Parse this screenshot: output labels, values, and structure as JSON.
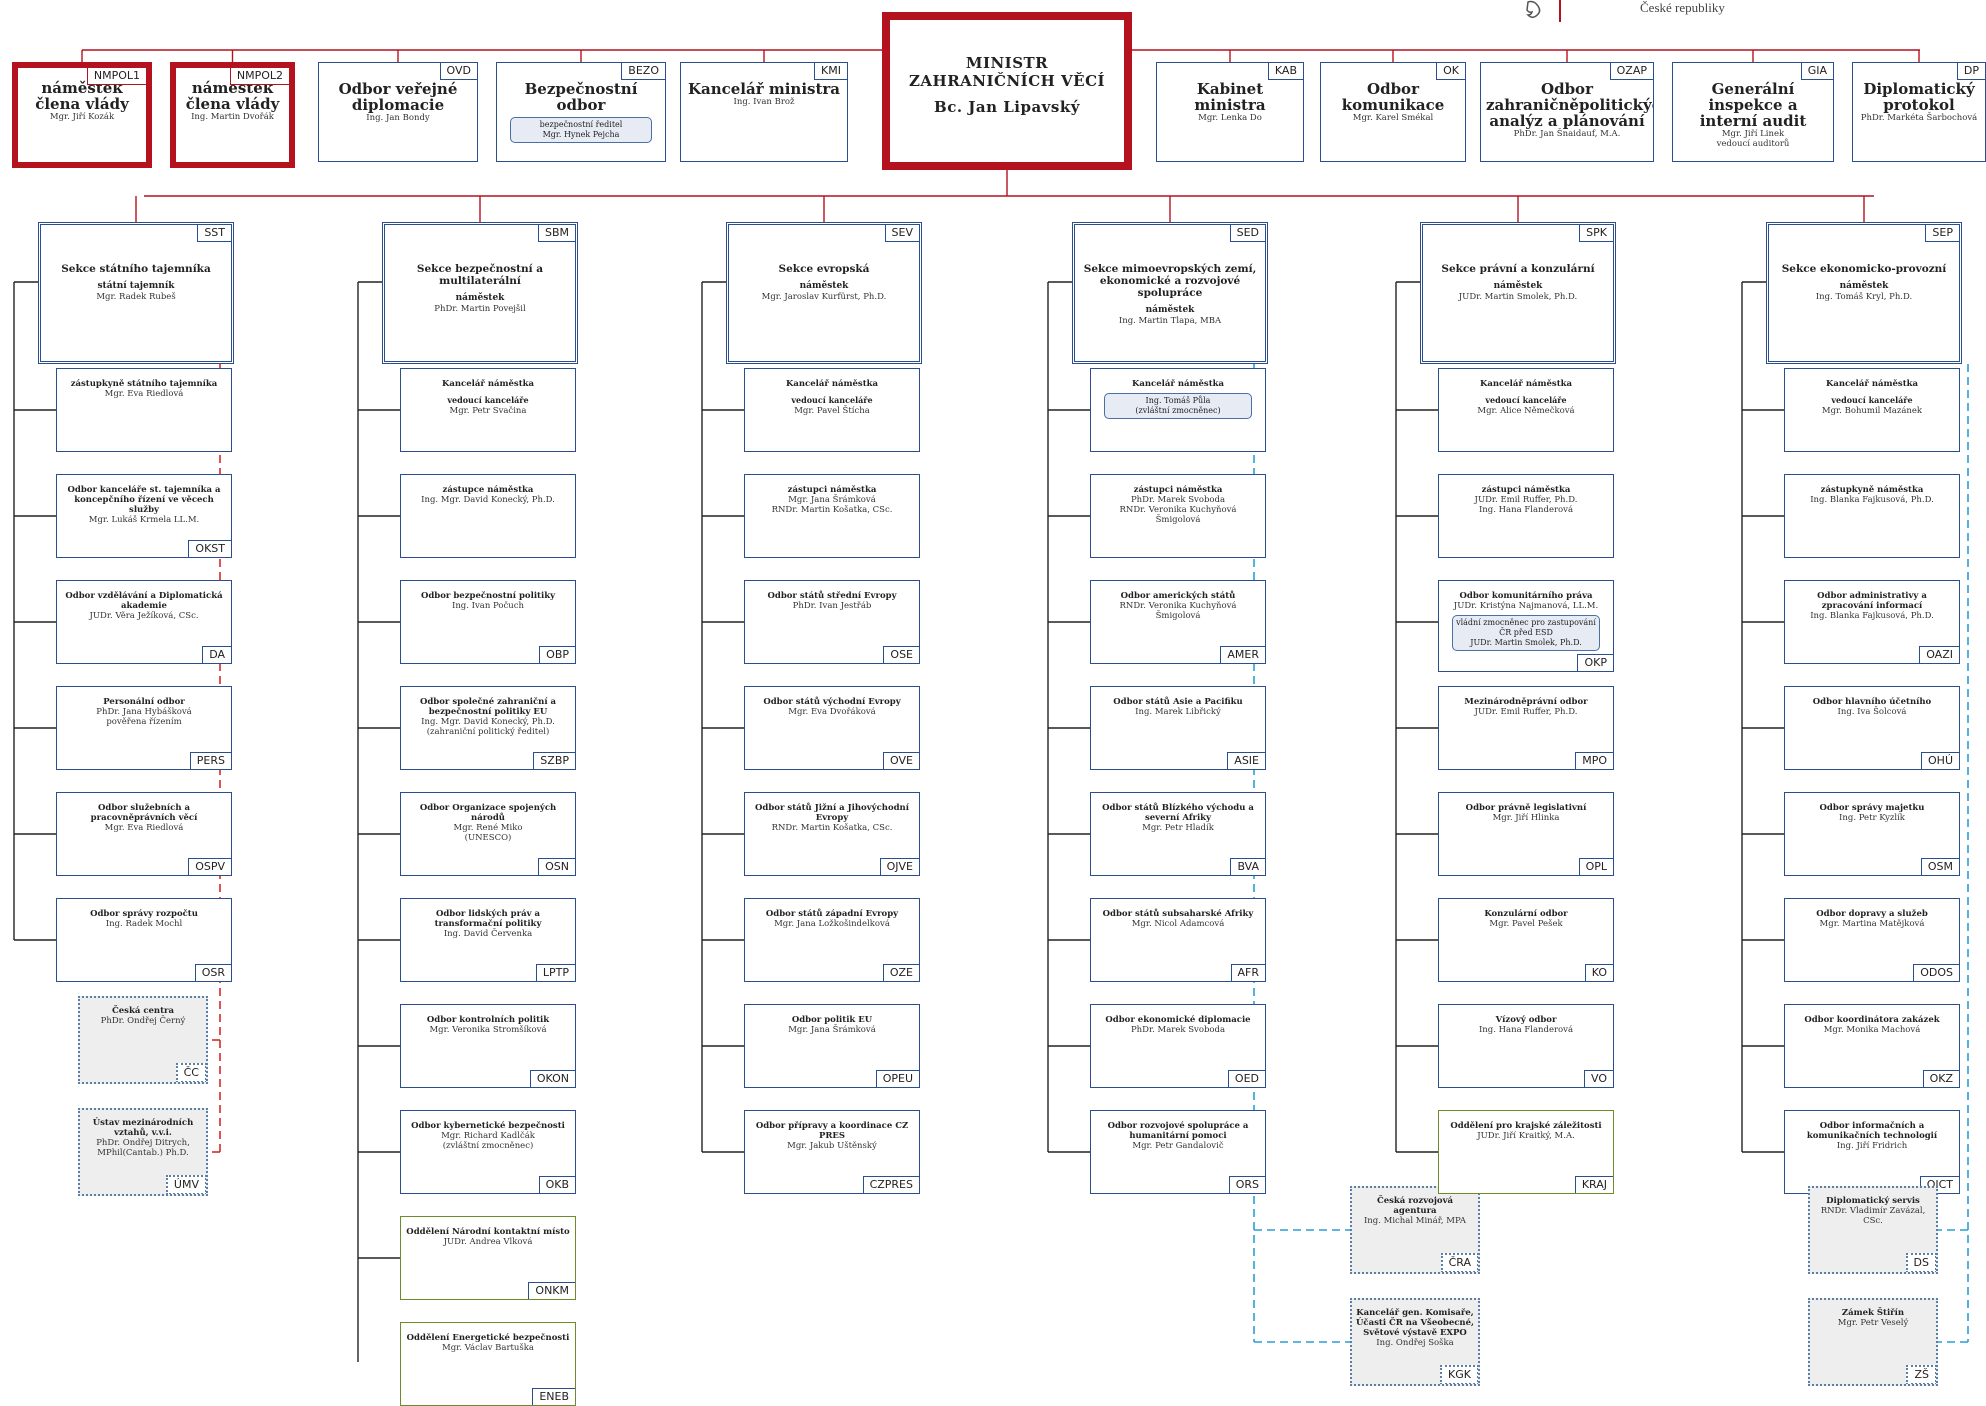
{
  "header": {
    "country_text": "České republiky"
  },
  "minister": {
    "code": "",
    "title_line1": "MINISTR",
    "title_line2": "ZAHRANIČNÍCH VĚCÍ",
    "name": "Bc. Jan Lipavský"
  },
  "top_units": [
    {
      "code": "NMPOL1",
      "title": "náměstek člena vlády",
      "person": "Mgr. Jiří Kozák"
    },
    {
      "code": "NMPOL2",
      "title": "náměstek člena vlády",
      "person": "Ing. Martin Dvořák"
    },
    {
      "code": "OVD",
      "title": "Odbor veřejné diplomacie",
      "person": "Ing. Jan Bondy"
    },
    {
      "code": "BEZO",
      "title": "Bezpečnostní odbor",
      "pill": "bezpečnostní ředitel\nMgr. Hynek Pejcha"
    },
    {
      "code": "KMI",
      "title": "Kancelář ministra",
      "person": "Ing. Ivan Brož"
    },
    {
      "code": "KAB",
      "title": "Kabinet ministra",
      "person": "Mgr. Lenka Do"
    },
    {
      "code": "OK",
      "title": "Odbor komunikace",
      "person": "Mgr. Karel Smékal"
    },
    {
      "code": "OZAP",
      "title": "Odbor zahraničněpolitických analýz a plánování",
      "person": "PhDr. Jan Šnaidauf, M.A."
    },
    {
      "code": "GIA",
      "title": "Generální inspekce a interní audit",
      "person": "Mgr. Jiří Linek\nvedoucí auditorů"
    },
    {
      "code": "DP",
      "title": "Diplomatický protokol",
      "person": "PhDr. Markéta Šarbochová"
    }
  ],
  "sections": [
    {
      "code": "SST",
      "title": "Sekce státního tajemníka",
      "role": "státní tajemník",
      "person": "Mgr. Radek Rubeš",
      "units": [
        {
          "title": "zástupkyně státního tajemníka",
          "person": "Mgr. Eva Riedlová",
          "code": ""
        },
        {
          "title": "Odbor kanceláře st. tajemníka a koncepčního řízení ve věcech služby",
          "person": "Mgr. Lukáš Krmela LL.M.",
          "code": "OKST"
        },
        {
          "title": "Odbor vzdělávání a Diplomatická akademie",
          "person": "JUDr. Věra Ježíková, CSc.",
          "code": "DA"
        },
        {
          "title": "Personální odbor",
          "person": "PhDr. Jana Hybášková\npověřena řízením",
          "code": "PERS"
        },
        {
          "title": "Odbor služebních a pracovněprávních věcí",
          "person": "Mgr. Eva Riedlová",
          "code": "OSPV"
        },
        {
          "title": "Odbor správy rozpočtu",
          "person": "Ing. Radek Mochl",
          "code": "OSR"
        }
      ],
      "satellites": [
        {
          "title": "Česká centra",
          "person": "PhDr. Ondřej Černý",
          "code": "ČC"
        },
        {
          "title": "Ústav mezinárodních vztahů, v.v.i.",
          "person": "PhDr. Ondřej Ditrych, MPhil(Cantab.) Ph.D.",
          "code": "ÚMV"
        }
      ]
    },
    {
      "code": "SBM",
      "title": "Sekce bezpečnostní a multilaterální",
      "role": "náměstek",
      "person": "PhDr. Martin Povejšil",
      "units": [
        {
          "title": "Kancelář náměstka",
          "role": "vedoucí kanceláře",
          "person": "Mgr. Petr Svačina",
          "code": ""
        },
        {
          "title": "zástupce náměstka",
          "person": "Ing. Mgr. David Konecký, Ph.D.",
          "code": ""
        },
        {
          "title": "Odbor bezpečnostní politiky",
          "person": "Ing. Ivan Počuch",
          "code": "OBP"
        },
        {
          "title": "Odbor společné zahraniční a bezpečnostní politiky EU",
          "person": "Ing. Mgr. David Konecký, Ph.D.\n(zahraniční politický ředitel)",
          "code": "SZBP"
        },
        {
          "title": "Odbor Organizace spojených národů",
          "person": "Mgr. René Miko\n(UNESCO)",
          "code": "OSN"
        },
        {
          "title": "Odbor lidských práv a transformační politiky",
          "person": "Ing. David Červenka",
          "code": "LPTP"
        },
        {
          "title": "Odbor kontrolních politik",
          "person": "Mgr. Veronika Stromšíková",
          "code": "OKON"
        },
        {
          "title": "Odbor kybernetické bezpečnosti",
          "person": "Mgr. Richard Kadlčák\n(zvláštní zmocněnec)",
          "code": "OKB"
        },
        {
          "title": "Oddělení Národní kontaktní místo",
          "person": "JUDr. Andrea Vlková",
          "code": "ONKM"
        },
        {
          "title": "Oddělení Energetické bezpečnosti",
          "person": "Mgr. Václav Bartuška",
          "code": "ENEB"
        }
      ]
    },
    {
      "code": "SEV",
      "title": "Sekce evropská",
      "role": "náměstek",
      "person": "Mgr. Jaroslav Kurfürst, Ph.D.",
      "units": [
        {
          "title": "Kancelář náměstka",
          "role": "vedoucí kanceláře",
          "person": "Mgr. Pavel Štícha",
          "code": ""
        },
        {
          "title": "zástupci náměstka",
          "person": "Mgr. Jana Šrámková\nRNDr. Martin Košatka, CSc.",
          "code": ""
        },
        {
          "title": "Odbor států střední Evropy",
          "person": "PhDr. Ivan Jestřáb",
          "code": "OSE"
        },
        {
          "title": "Odbor států východní Evropy",
          "person": "Mgr. Eva Dvořáková",
          "code": "OVE"
        },
        {
          "title": "Odbor států Jižní a Jihovýchodní Evropy",
          "person": "RNDr. Martin Košatka, CSc.",
          "code": "OJVE"
        },
        {
          "title": "Odbor států západní Evropy",
          "person": "Mgr. Jana Ložkošindelková",
          "code": "OZE"
        },
        {
          "title": "Odbor politik EU",
          "person": "Mgr. Jana Šrámková",
          "code": "OPEU"
        },
        {
          "title": "Odbor přípravy a koordinace CZ PRES",
          "person": "Mgr. Jakub Uštěnský",
          "code": "CZPRES"
        }
      ]
    },
    {
      "code": "SED",
      "title": "Sekce mimoevropských zemí, ekonomické a rozvojové spolupráce",
      "role": "náměstek",
      "person": "Ing. Martin Tlapa, MBA",
      "units": [
        {
          "title": "Kancelář náměstka",
          "pill": "Ing. Tomáš Půla\n(zvláštní zmocněnec)",
          "code": ""
        },
        {
          "title": "zástupci náměstka",
          "person": "PhDr. Marek Svoboda\nRNDr. Veronika Kuchyňová Šmigolová",
          "code": ""
        },
        {
          "title": "Odbor amerických států",
          "person": "RNDr. Veronika Kuchyňová Šmigolová",
          "code": "AMER"
        },
        {
          "title": "Odbor států Asie a Pacifiku",
          "person": "Ing. Marek Libřický",
          "code": "ASIE"
        },
        {
          "title": "Odbor států Blízkého východu a severní Afriky",
          "person": "Mgr. Petr Hladík",
          "code": "BVA"
        },
        {
          "title": "Odbor států subsaharské Afriky",
          "person": "Mgr. Nicol Adamcová",
          "code": "AFR"
        },
        {
          "title": "Odbor ekonomické diplomacie",
          "person": "PhDr. Marek Svoboda",
          "code": "OED"
        },
        {
          "title": "Odbor rozvojové spolupráce a humanitární pomoci",
          "person": "Mgr. Petr Gandalovič",
          "code": "ORS"
        }
      ],
      "satellites": [
        {
          "title": "Česká rozvojová agentura",
          "person": "Ing. Michal Minář, MPA",
          "code": "ČRA"
        },
        {
          "title": "Kancelář gen. Komisaře, Účasti ČR na Všeobecné, Světové výstavě EXPO",
          "person": "Ing. Ondřej Soška",
          "code": "KGK"
        }
      ]
    },
    {
      "code": "SPK",
      "title": "Sekce právní a konzulární",
      "role": "náměstek",
      "person": "JUDr. Martin Smolek, Ph.D.",
      "units": [
        {
          "title": "Kancelář náměstka",
          "role": "vedoucí kanceláře",
          "person": "Mgr. Alice Němečková",
          "code": ""
        },
        {
          "title": "zástupci náměstka",
          "person": "JUDr. Emil Ruffer, Ph.D.\nIng. Hana Flanderová",
          "code": ""
        },
        {
          "title": "Odbor komunitárního práva",
          "person": "JUDr. Kristýna Najmanová, LL.M.",
          "pill": "vládní zmocněnec pro zastupování ČR před ESD\nJUDr. Martin Smolek, Ph.D.",
          "code": "OKP"
        },
        {
          "title": "Mezinárodněprávní odbor",
          "person": "JUDr. Emil Ruffer, Ph.D.",
          "code": "MPO"
        },
        {
          "title": "Odbor právně legislativní",
          "person": "Mgr. Jiří Hlinka",
          "code": "OPL"
        },
        {
          "title": "Konzulární odbor",
          "person": "Mgr. Pavel Pešek",
          "code": "KO"
        },
        {
          "title": "Vízový odbor",
          "person": "Ing. Hana Flanderová",
          "code": "VO"
        },
        {
          "title": "Oddělení pro krajské záležitosti",
          "person": "JUDr. Jiří Kraitký, M.A.",
          "code": "KRAJ"
        }
      ]
    },
    {
      "code": "SEP",
      "title": "Sekce ekonomicko-provozní",
      "role": "náměstek",
      "person": "Ing. Tomáš Kryl, Ph.D.",
      "units": [
        {
          "title": "Kancelář náměstka",
          "role": "vedoucí kanceláře",
          "person": "Mgr. Bohumil Mazánek",
          "code": ""
        },
        {
          "title": "zástupkyně náměstka",
          "person": "Ing. Blanka Fajkusová, Ph.D.",
          "code": ""
        },
        {
          "title": "Odbor administrativy a zpracování informací",
          "person": "Ing. Blanka Fajkusová, Ph.D.",
          "code": "OAZI"
        },
        {
          "title": "Odbor hlavního účetního",
          "person": "Ing. Iva Šolcová",
          "code": "OHÚ"
        },
        {
          "title": "Odbor správy majetku",
          "person": "Ing. Petr Kyzlík",
          "code": "OSM"
        },
        {
          "title": "Odbor dopravy a služeb",
          "person": "Mgr. Martina Matějková",
          "code": "ODOS"
        },
        {
          "title": "Odbor koordinátora zakázek",
          "person": "Mgr. Monika Machová",
          "code": "OKZ"
        },
        {
          "title": "Odbor informačních a komunikačních technologií",
          "person": "Ing. Jiří Fridrich",
          "code": "OICT"
        }
      ],
      "satellites": [
        {
          "title": "Diplomatický servis",
          "person": "RNDr. Vladimír Zavázal, CSc.",
          "code": "DS"
        },
        {
          "title": "Zámek Štiřín",
          "person": "Mgr. Petr Veselý",
          "code": "ZŠ"
        }
      ]
    }
  ],
  "colors": {
    "red": "#b3121e",
    "blue": "#2b4f8c",
    "green": "#6e8b2b",
    "dashed_red": "#d42a2a",
    "dashed_blue": "#2a9fd4"
  }
}
